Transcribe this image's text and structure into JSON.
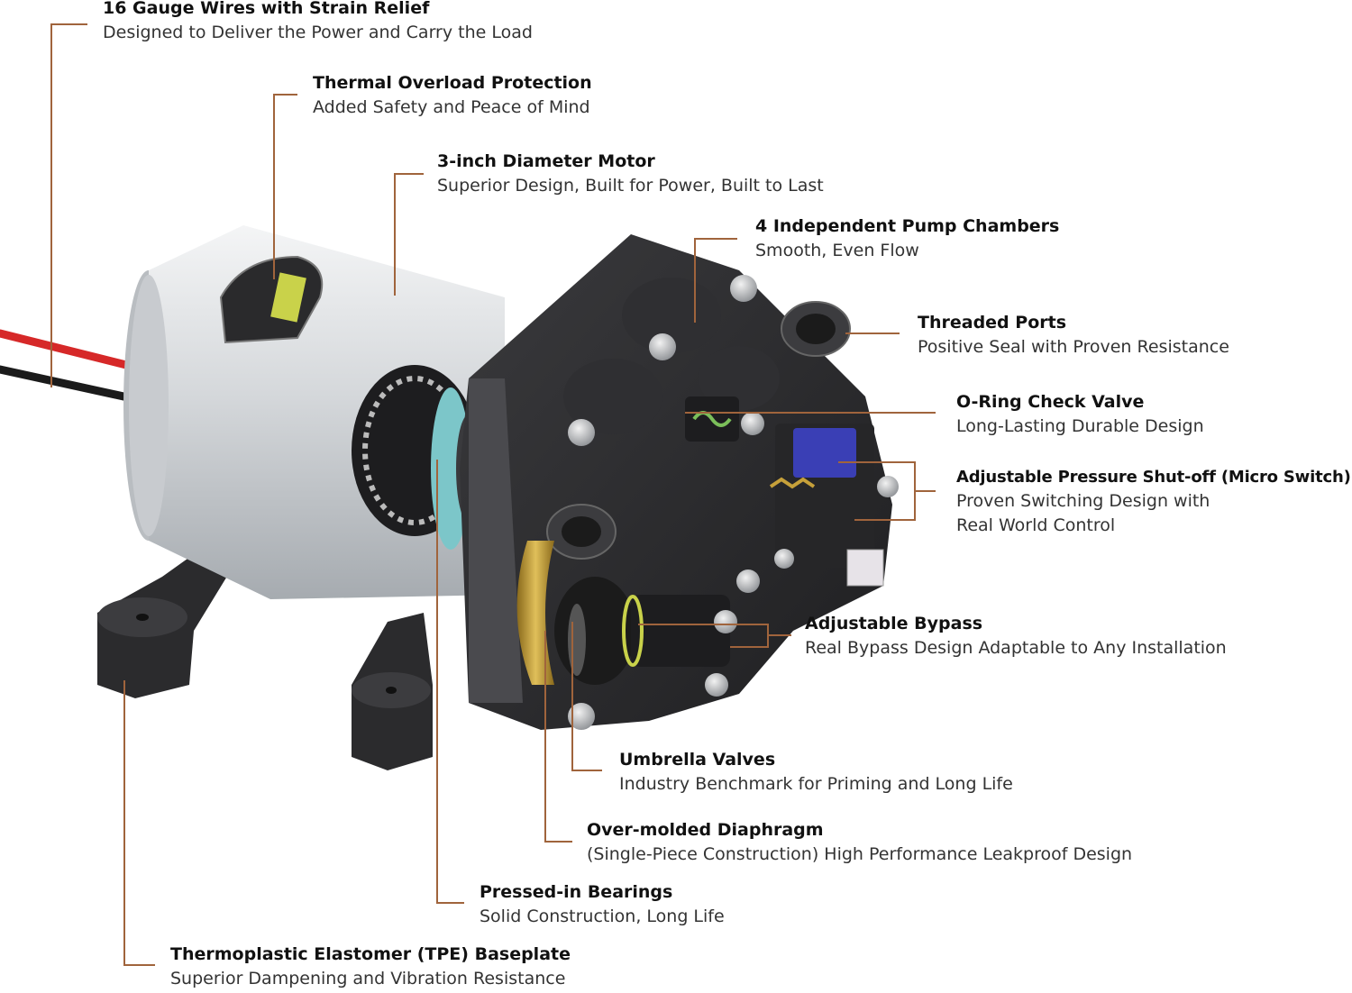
{
  "colors": {
    "leader_line": "#a0643c",
    "housing_black": "#2a2a2c",
    "motor_silver": "#d9dcdf",
    "wire_red": "#d62828",
    "wire_black": "#1b1b1b",
    "bearing_teal": "#7cc6c9",
    "diaphragm_gold": "#c6a03a",
    "switch_blue": "#3a3fb5",
    "thermal_yellow": "#c9d24a"
  },
  "callouts": [
    {
      "id": "wires",
      "title": "16 Gauge Wires with Strain Relief",
      "subtitle": "Designed to Deliver the Power and Carry the Load"
    },
    {
      "id": "thermal",
      "title": "Thermal Overload Protection",
      "subtitle": "Added Safety and Peace of Mind"
    },
    {
      "id": "motor",
      "title": "3-inch Diameter Motor",
      "subtitle": "Superior Design, Built for Power, Built to Last"
    },
    {
      "id": "chambers",
      "title": "4 Independent Pump Chambers",
      "subtitle": "Smooth, Even Flow"
    },
    {
      "id": "ports",
      "title": "Threaded Ports",
      "subtitle": "Positive Seal with Proven Resistance"
    },
    {
      "id": "oring",
      "title": "O-Ring Check Valve",
      "subtitle": "Long-Lasting Durable Design"
    },
    {
      "id": "switch",
      "title": "Adjustable Pressure Shut-off (Micro Switch)",
      "subtitle": "Proven Switching Design with",
      "subtitle2": "Real World Control"
    },
    {
      "id": "bypass",
      "title": "Adjustable Bypass",
      "subtitle": "Real Bypass Design Adaptable to Any Installation"
    },
    {
      "id": "umbrella",
      "title": "Umbrella Valves",
      "subtitle": "Industry Benchmark for Priming and Long Life"
    },
    {
      "id": "diaphragm",
      "title": "Over-molded Diaphragm",
      "subtitle": "(Single-Piece Construction) High Performance Leakproof Design"
    },
    {
      "id": "bearings",
      "title": "Pressed-in Bearings",
      "subtitle": "Solid Construction, Long Life"
    },
    {
      "id": "baseplate",
      "title": "Thermoplastic Elastomer (TPE) Baseplate",
      "subtitle": "Superior Dampening and Vibration Resistance"
    }
  ]
}
